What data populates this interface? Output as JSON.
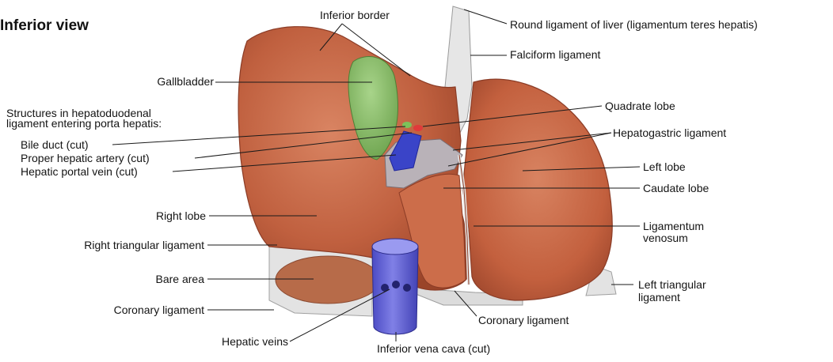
{
  "title": "Inferior view",
  "colors": {
    "liver": "#c0603f",
    "liver_light": "#d47a57",
    "liver_shadow": "#8e3c27",
    "gallbladder": "#8fc26e",
    "vena_cava": "#6f6fd8",
    "ligament": "#e4e4e4",
    "bare_area": "#b86d4c"
  },
  "labels": {
    "inferior_border": "Inferior border",
    "round_ligament": "Round ligament of liver (ligamentum teres hepatis)",
    "falciform": "Falciform ligament",
    "gallbladder": "Gallbladder",
    "structures_heading_1": "Structures in hepatoduodenal",
    "structures_heading_2": "ligament entering porta hepatis:",
    "bile_duct": "Bile duct (cut)",
    "hepatic_artery": "Proper hepatic artery (cut)",
    "portal_vein": "Hepatic portal vein (cut)",
    "quadrate_lobe": "Quadrate lobe",
    "hepatogastric": "Hepatogastric ligament",
    "left_lobe": "Left lobe",
    "caudate_lobe": "Caudate lobe",
    "right_lobe": "Right lobe",
    "lig_venosum_1": "Ligamentum",
    "lig_venosum_2": "venosum",
    "right_triangular": "Right triangular ligament",
    "bare_area": "Bare area",
    "left_triangular_1": "Left triangular",
    "left_triangular_2": "ligament",
    "coronary_left": "Coronary ligament",
    "coronary_right": "Coronary ligament",
    "hepatic_veins": "Hepatic veins",
    "ivc": "Inferior vena cava (cut)"
  }
}
